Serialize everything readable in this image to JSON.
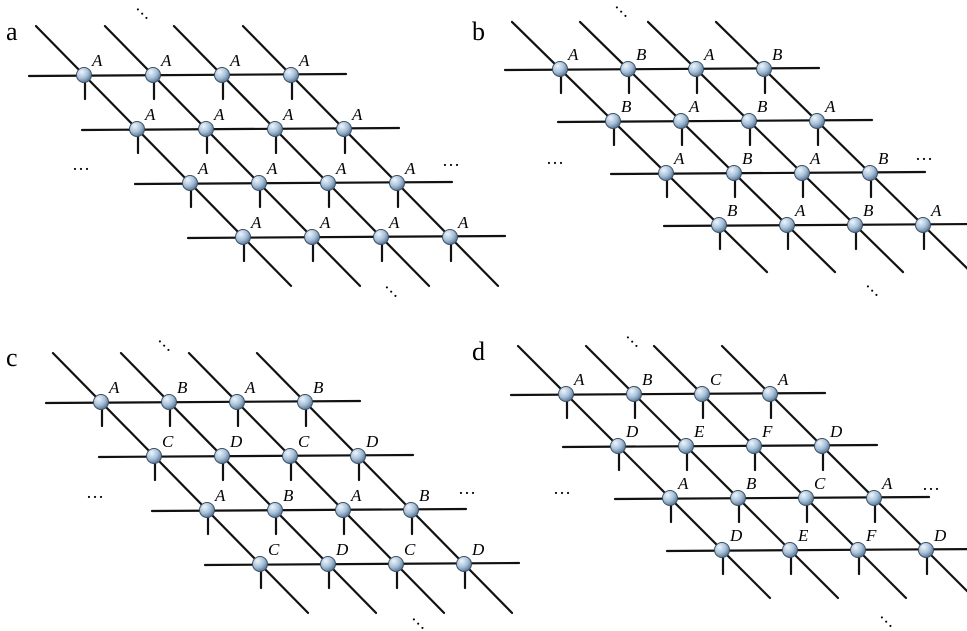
{
  "colors": {
    "line": "#111111",
    "node_light": "#e8f2fb",
    "node_mid": "#9fbad3",
    "node_dark": "#4f6f8f"
  },
  "ellipsis": "…",
  "panels": [
    {
      "letter": "a",
      "rows": [
        [
          "A",
          "A",
          "A",
          "A"
        ],
        [
          "A",
          "A",
          "A",
          "A"
        ],
        [
          "A",
          "A",
          "A",
          "A"
        ],
        [
          "A",
          "A",
          "A",
          "A"
        ]
      ]
    },
    {
      "letter": "b",
      "rows": [
        [
          "A",
          "B",
          "A",
          "B"
        ],
        [
          "B",
          "A",
          "B",
          "A"
        ],
        [
          "A",
          "B",
          "A",
          "B"
        ],
        [
          "B",
          "A",
          "B",
          "A"
        ]
      ]
    },
    {
      "letter": "c",
      "rows": [
        [
          "A",
          "B",
          "A",
          "B"
        ],
        [
          "C",
          "D",
          "C",
          "D"
        ],
        [
          "A",
          "B",
          "A",
          "B"
        ],
        [
          "C",
          "D",
          "C",
          "D"
        ]
      ]
    },
    {
      "letter": "d",
      "rows": [
        [
          "A",
          "B",
          "C",
          "A"
        ],
        [
          "D",
          "E",
          "F",
          "D"
        ],
        [
          "A",
          "B",
          "C",
          "A"
        ],
        [
          "D",
          "E",
          "F",
          "D"
        ]
      ]
    }
  ]
}
